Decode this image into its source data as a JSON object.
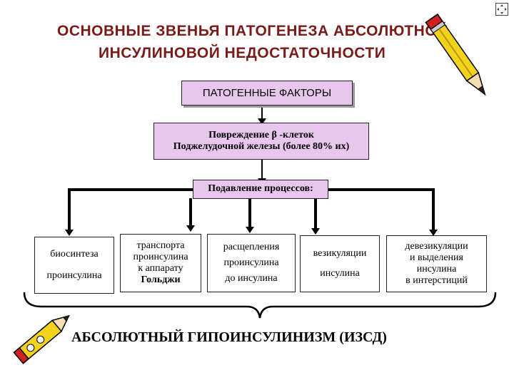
{
  "title": {
    "line1": "ОСНОВНЫЕ   ЗВЕНЬЯ  ПАТОГЕНЕЗА  АБСОЛЮТНОЙ",
    "line2": "ИНСУЛИНОВОЙ   НЕДОСТАТОЧНОСТИ"
  },
  "factors_box": "ПАТОГЕННЫЕ ФАКТОРЫ",
  "damage_box": {
    "line1": "Повреждение β -клеток",
    "line2": "Поджелудочной  железы  (более 80% их)"
  },
  "suppression_box": "Подавление процессов:",
  "processes": [
    {
      "line1": "биосинтеза",
      "line2": "проинсулина"
    },
    {
      "line1": "транспорта",
      "line2": "проинсулина",
      "line3": "к аппарату",
      "line4": "Гольджи"
    },
    {
      "line1": "расщепления",
      "line2": "проинсулина",
      "line3": "до инсулина"
    },
    {
      "line1": "везикуляции",
      "line2": "инсулина"
    },
    {
      "line1": "девезикуляции",
      "line2": "и выделения",
      "line3": "инсулина",
      "line4": "в интерстиций"
    }
  ],
  "result": "АБСОЛЮТНЫЙ   ГИПОИНСУЛИНИЗМ (ИЗСД)",
  "decor": {
    "left": "pencil-icon",
    "right": "pencil-icon"
  }
}
